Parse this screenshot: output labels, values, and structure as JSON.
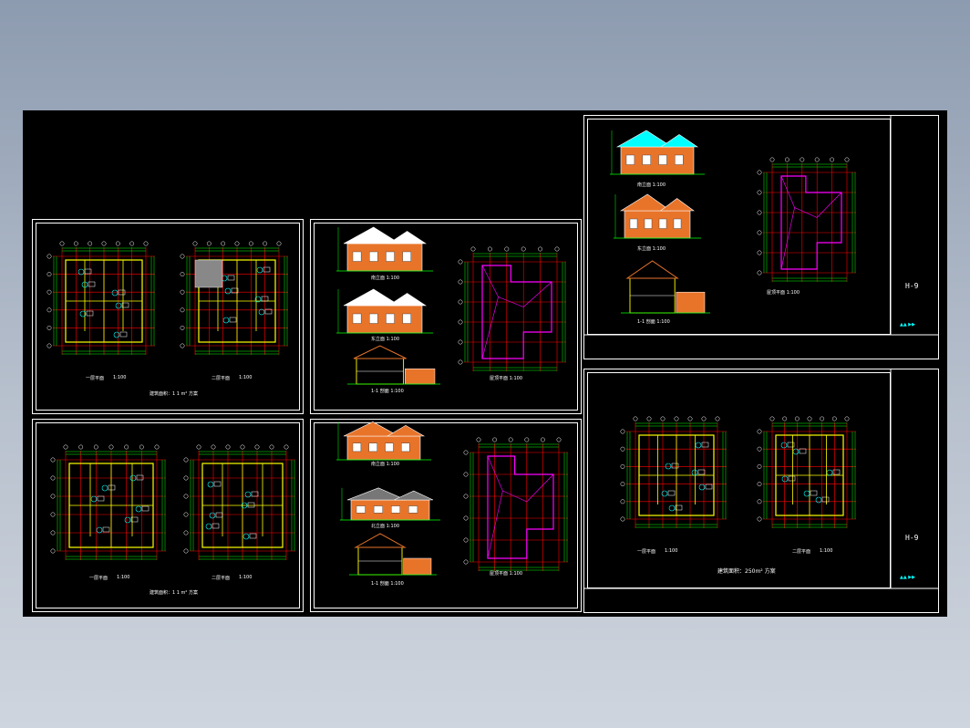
{
  "drawing_set": {
    "background_color": "#000000",
    "line_color": "#ffffff",
    "grid_color": "#00ff00",
    "axis_color": "#ff0000",
    "wall_color": "#ffff00",
    "roof_outline_color": "#ff00ff",
    "facade_color": "#e8742a",
    "roof_color": "#00ffff",
    "gray_roof_color": "#777777"
  },
  "sheets": {
    "sheet_a": {
      "label_left": "一层平面",
      "label_right": "二层平面",
      "scale_left": "1:100",
      "scale_right": "1:100",
      "note": "建筑面积：1 1 m²  方案"
    },
    "sheet_b": {
      "label_left": "一层平面",
      "label_right": "二层平面",
      "scale_left": "1:100",
      "scale_right": "1:100",
      "note": "建筑面积：1 1 m²  方案"
    },
    "sheet_c": {
      "elev1": "南立面 1:100",
      "elev2": "东立面 1:100",
      "section": "1-1 剖面 1:100",
      "roof": "屋顶平面 1:100"
    },
    "sheet_d": {
      "elev1": "南立面 1:100",
      "elev2": "北立面 1:100",
      "section": "1-1 剖面 1:100",
      "roof": "屋顶平面 1:100"
    },
    "sheet_e": {
      "elev1": "南立面 1:100",
      "elev2": "东立面 1:100",
      "section": "1-1 剖面 1:100",
      "roof": "屋顶平面 1:100",
      "code": "H-9",
      "scale_bar": "▲▲  ▶▶"
    },
    "sheet_f": {
      "label_left": "一层平面",
      "label_right": "二层平面",
      "scale_left": "1:100",
      "scale_right": "1:100",
      "note": "建筑面积：250m²  方案",
      "code": "H-9",
      "scale_bar": "▲▲  ▶▶"
    }
  }
}
